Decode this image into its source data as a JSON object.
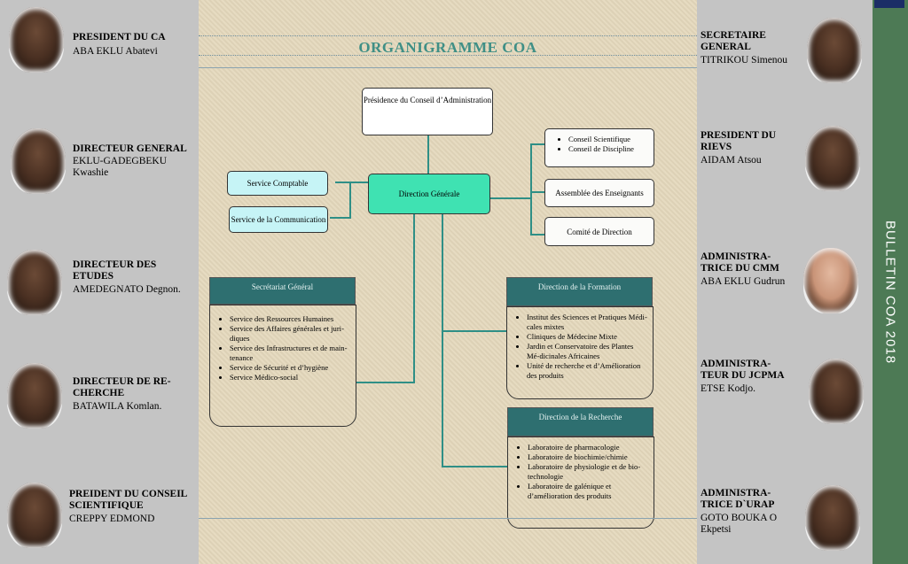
{
  "left_people": [
    {
      "title": "PRESIDENT DU CA",
      "name": "ABA EKLU Abatevi"
    },
    {
      "title": "DIRECTEUR GENERAL",
      "name": "EKLU-GADEGBEKU Kwashie"
    },
    {
      "title": "DIRECTEUR DES ETUDES",
      "name": "AMEDEGNATO Degnon."
    },
    {
      "title": "DIRECTEUR DE RE-CHERCHE",
      "name": "BATAWILA Komlan."
    },
    {
      "title": "PREIDENT DU CONSEIL SCIENTIFIQUE",
      "name": "CREPPY EDMOND"
    }
  ],
  "right_people": [
    {
      "title": "SECRETAIRE GENERAL",
      "name": "TITRIKOU Simenou"
    },
    {
      "title": "PRESIDENT DU RIEVS",
      "name": "AIDAM Atsou"
    },
    {
      "title": "ADMINISTRA-TRICE DU CMM",
      "name": "ABA EKLU Gudrun"
    },
    {
      "title": "ADMINISTRA-TEUR DU JCPMA",
      "name": "ETSE Kodjo."
    },
    {
      "title": "ADMINISTRA-TRICE D`URAP",
      "name": "GOTO BOUKA O Ekpetsi"
    }
  ],
  "chart": {
    "title": "ORGANIGRAMME COA",
    "presidence": "Présidence du Conseil d’Administration",
    "direction_generale": "Direction Générale",
    "service_comptable": "Service Comptable",
    "service_communication": "Service de la Communication",
    "conseils": [
      "Conseil Scientifique",
      "Conseil de Discipline"
    ],
    "assemblee": "Assemblée des Enseignants",
    "comite": "Comité de Direction",
    "secretariat": {
      "head": "Secrétariat Général",
      "items": [
        "Service des Ressources Humaines",
        "Service des Affaires générales et juri-diques",
        "Service des Infrastructures et de main-tenance",
        "Service de Sécurité et d’hygiène",
        "Service Médico-social"
      ]
    },
    "formation": {
      "head": "Direction  de la Formation",
      "items": [
        "Institut des Sciences et Pratiques Médi-cales mixtes",
        "Cliniques de Médecine Mixte",
        "Jardin et Conservatoire des Plantes Mé-dicinales Africaines",
        "Unité de recherche et d’Amélioration des produits"
      ]
    },
    "recherche": {
      "head": "Direction de la Recherche",
      "items": [
        "Laboratoire de pharmacologie",
        "Laboratoire de biochimie/chimie",
        "Laboratoire de physiologie et de bio-technologie",
        "Laboratoire de galénique et d’amélioration des produits"
      ]
    }
  },
  "sidebar_text": "BULLETIN  COA 2018",
  "colors": {
    "accent": "#2f8f86",
    "header_dark": "#2e6f70",
    "sidebar_green": "#4d7a55",
    "paper": "#e4d8bc"
  }
}
